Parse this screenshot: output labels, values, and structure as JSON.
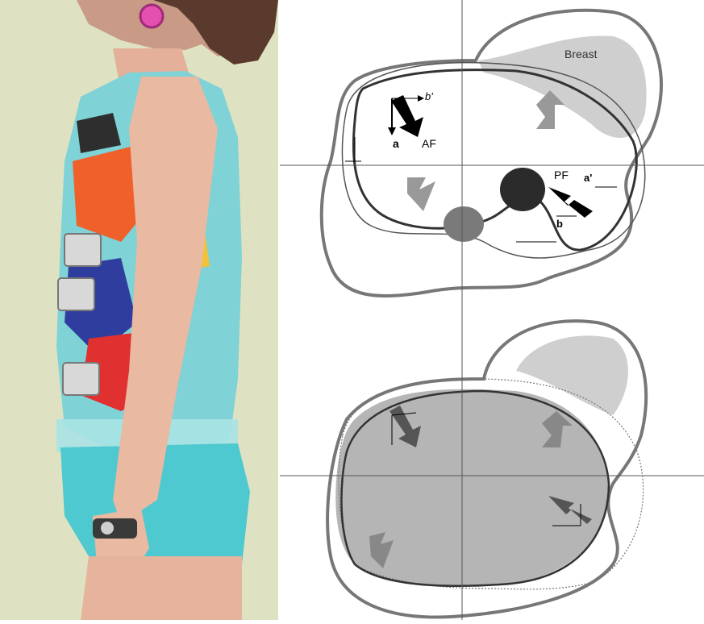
{
  "figure": {
    "photo": {
      "subject": "patient-side-view",
      "colors": {
        "wall": "#dfe2c2",
        "skin": "#e9b9a2",
        "hair": "#5a3a2c",
        "shorts": "#4ec9cf",
        "top_base": "#7fd2d6"
      }
    },
    "diagram": {
      "labels": {
        "breast": "Breast",
        "af": "AF",
        "pf": "PF",
        "a": "a",
        "a_prime": "a'",
        "b": "b",
        "b_prime": "b'"
      },
      "colors": {
        "outline_dark": "#333333",
        "outline_mid": "#777777",
        "breast_fill": "#cfcfcf",
        "shaded_fill": "#b5b5b5",
        "arrow_black": "#000000",
        "arrow_grey": "#999999",
        "arrow_dark_grey": "#555555",
        "circle_dark": "#2b2b2b",
        "circle_grey": "#7a7a7a"
      }
    }
  }
}
